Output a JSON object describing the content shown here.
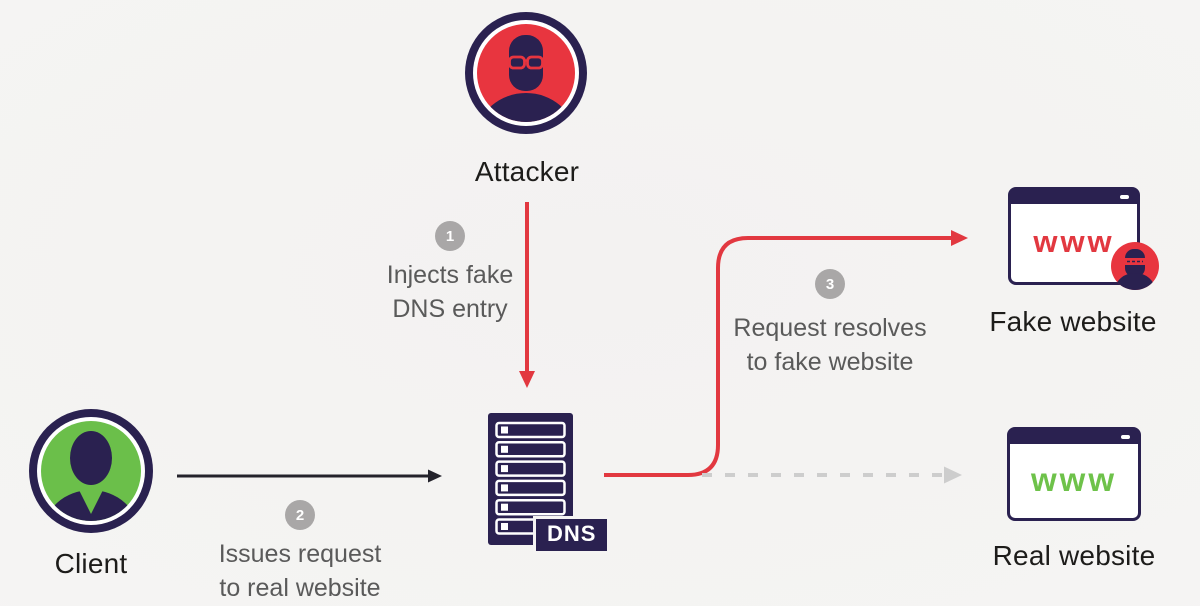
{
  "diagram": {
    "type": "dns-spoofing-attack-flow",
    "nodes": {
      "attacker": {
        "label": "Attacker"
      },
      "client": {
        "label": "Client"
      },
      "dns_server": {
        "label": "DNS"
      },
      "fake_website": {
        "label": "Fake website",
        "www": "www"
      },
      "real_website": {
        "label": "Real website",
        "www": "www"
      }
    },
    "steps": [
      {
        "num": "1",
        "line1": "Injects fake",
        "line2": "DNS entry"
      },
      {
        "num": "2",
        "line1": "Issues request",
        "line2": "to real website"
      },
      {
        "num": "3",
        "line1": "Request resolves",
        "line2": "to fake website"
      }
    ],
    "colors": {
      "navy": "#2a2150",
      "red": "#e23840",
      "green": "#6bbf4a",
      "badge_gray": "#a9a7a7",
      "step_text_gray": "#5a5a5a",
      "label_dark": "#1d1c1a",
      "dashed_gray": "#cdcdcd",
      "arrow_black": "#23222b"
    }
  }
}
